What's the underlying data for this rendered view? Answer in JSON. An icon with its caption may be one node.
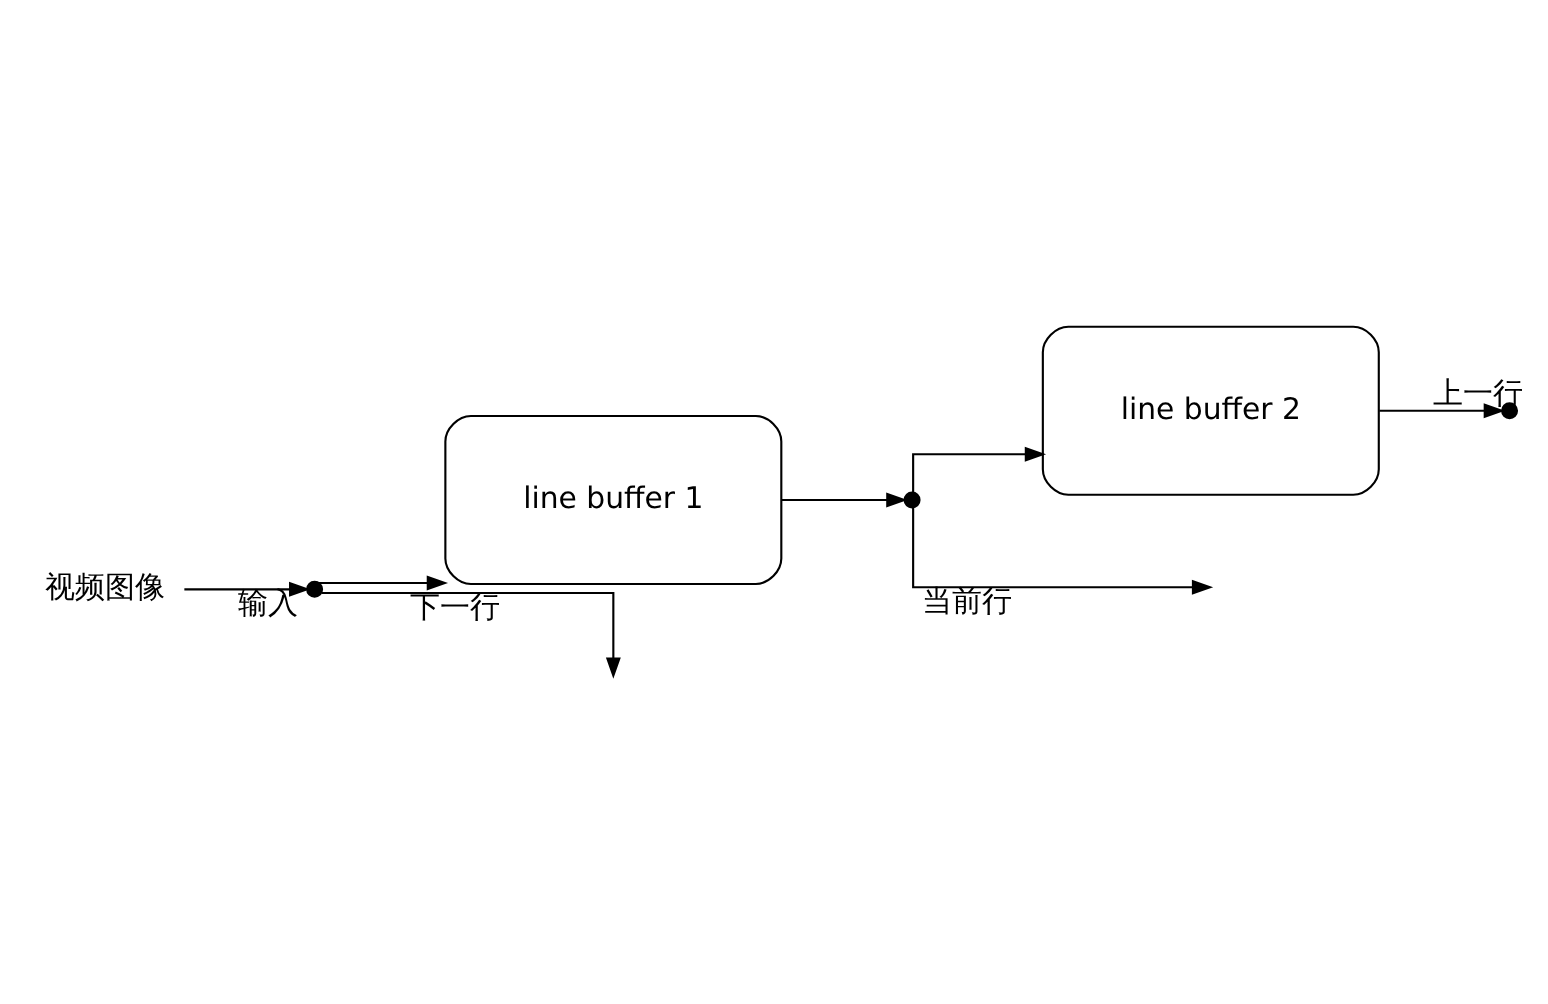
{
  "diagram": {
    "nodes": [
      {
        "text": [
          "视频图像"
        ]
      },
      {
        "text": [],
        "shape": "circle"
      },
      {
        "text": [
          "line buffer 1"
        ]
      },
      {
        "text": [],
        "shape": "circle"
      },
      {
        "text": [
          "line buffer 2"
        ]
      },
      {
        "text": [],
        "shape": "circle"
      }
    ],
    "edges": [
      {
        "from": 0,
        "to": 1,
        "arrow": "to",
        "label": "输入"
      },
      {
        "from": 1,
        "to": null,
        "arrow": "to",
        "label": "下一行"
      },
      {
        "from": 1,
        "to": 2,
        "arrow": "to"
      },
      {
        "from": 2,
        "to": 3,
        "arrow": "to"
      },
      {
        "from": 3,
        "to": null,
        "arrow": "to",
        "label": "当前行"
      },
      {
        "from": 3,
        "to": 4,
        "arrow": "to"
      },
      {
        "from": 4,
        "to": 5,
        "arrow": "to",
        "label": "上一行"
      }
    ]
  }
}
